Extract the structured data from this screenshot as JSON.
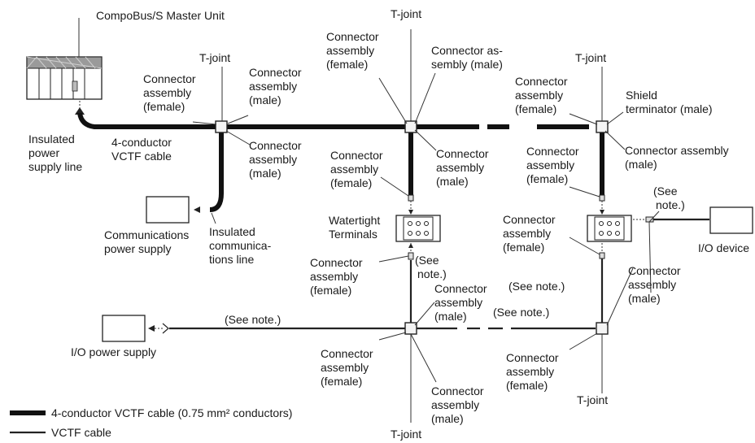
{
  "labels": {
    "master_unit": "CompoBus/S Master Unit",
    "tjoint_1": "T-joint",
    "conn_female_1": [
      "Connector",
      "assembly",
      "(female)"
    ],
    "conn_male_1": [
      "Connector",
      "assembly",
      "(male)"
    ],
    "insulated_power": [
      "Insulated",
      "power",
      "supply line"
    ],
    "vctf_label": [
      "4-conductor",
      "VCTF cable"
    ],
    "conn_male_2": [
      "Connector",
      "assembly",
      "(male)"
    ],
    "comm_power": [
      "Communications",
      "power supply"
    ],
    "insulated_comm": [
      "Insulated",
      "communica-",
      "tions line"
    ],
    "tjoint_2": "T-joint",
    "conn_female_2": [
      "Connector",
      "assembly",
      "(female)"
    ],
    "conn_male_3": [
      "Connector as-",
      "sembly (male)"
    ],
    "conn_female_3": [
      "Connector",
      "assembly",
      "(female)"
    ],
    "conn_male_4": [
      "Connector",
      "assembly",
      "(male)"
    ],
    "watertight": [
      "Watertight",
      "Terminals"
    ],
    "conn_female_4": [
      "Connector",
      "assembly",
      "(female)"
    ],
    "see_note_1": [
      "(See",
      "note.)"
    ],
    "conn_male_5": [
      "Connector",
      "assembly",
      "(male)"
    ],
    "io_power": "I/O power supply",
    "see_note_2": "(See note.)",
    "conn_female_5": [
      "Connector",
      "assembly",
      "(female)"
    ],
    "conn_male_6": [
      "Connector",
      "assembly",
      "(male)"
    ],
    "tjoint_3": "T-joint",
    "tjoint_4": "T-joint",
    "conn_female_6": [
      "Connector",
      "assembly",
      "(female)"
    ],
    "shield_term": [
      "Shield",
      "terminator (male)"
    ],
    "conn_female_7": [
      "Connector",
      "assembly",
      "(female)"
    ],
    "conn_male_7": [
      "Connector assembly",
      "(male)"
    ],
    "see_note_3": [
      "(See",
      "note.)"
    ],
    "io_device": "I/O device",
    "conn_female_8": [
      "Connector",
      "assembly",
      "(female)"
    ],
    "conn_male_8": [
      "Connector",
      "assembly",
      "(male)"
    ],
    "see_note_4": "(See note.)",
    "see_note_5": "(See note.)",
    "conn_female_9": [
      "Connector",
      "assembly",
      "(female)"
    ],
    "tjoint_5": "T-joint"
  },
  "legend": {
    "thick": "4-conductor VCTF cable (0.75 mm² conductors)",
    "thin": "VCTF cable"
  }
}
